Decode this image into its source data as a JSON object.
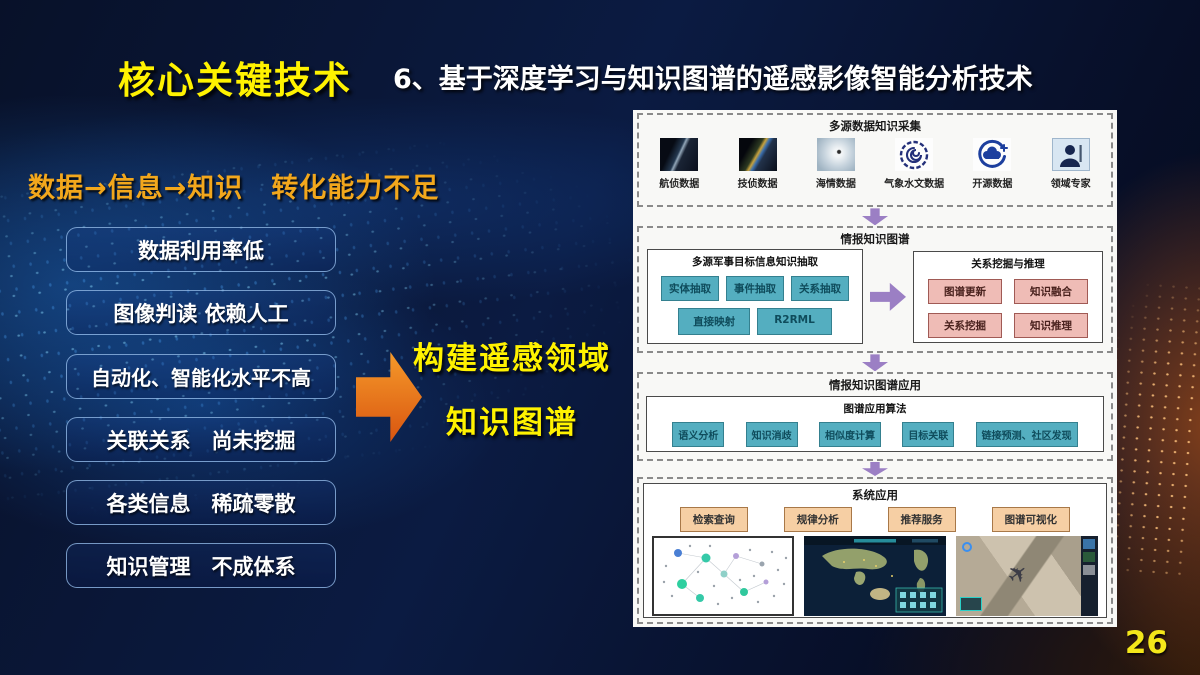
{
  "slide": {
    "title": "核心关键技术",
    "subtitle": "6、基于深度学习与知识图谱的遥感影像智能分析技术",
    "page_number": "26"
  },
  "colors": {
    "title_yellow": "#fff200",
    "heading_gold": "#f2a71c",
    "arrow_orange": "#e8731a",
    "chip_teal": "#54aec0",
    "chip_pink": "#efbcb6",
    "chip_peach": "#f6cfa4",
    "flow_arrow_purple": "#9b7fc4",
    "background_navy": "#0b1b42"
  },
  "left": {
    "heading": "数据→信息→知识　转化能力不足",
    "problems": [
      "数据利用率低",
      "图像判读 依赖人工",
      "自动化、智能化水平不高",
      "关联关系　尚未挖掘",
      "各类信息　稀疏零散",
      "知识管理　不成体系"
    ],
    "goal_line1": "构建遥感领域",
    "goal_line2": "知识图谱"
  },
  "diagram": {
    "collection": {
      "title": "多源数据知识采集",
      "sources": [
        {
          "label": "航侦数据",
          "icon": "satellite-photo-icon"
        },
        {
          "label": "技侦数据",
          "icon": "satellite-tech-icon"
        },
        {
          "label": "海情数据",
          "icon": "sea-cloud-icon"
        },
        {
          "label": "气象水文数据",
          "icon": "meteorology-logo-icon"
        },
        {
          "label": "开源数据",
          "icon": "bigdata-cloud-icon"
        },
        {
          "label": "领域专家",
          "icon": "expert-person-icon"
        }
      ]
    },
    "kg": {
      "title": "情报知识图谱",
      "extraction": {
        "title": "多源军事目标信息知识抽取",
        "chips_row1": [
          "实体抽取",
          "事件抽取",
          "关系抽取"
        ],
        "chips_row2": [
          "直接映射",
          "R2RML"
        ]
      },
      "mining": {
        "title": "关系挖掘与推理",
        "chips": [
          "图谱更新",
          "知识融合",
          "关系挖掘",
          "知识推理"
        ]
      }
    },
    "application": {
      "title": "情报知识图谱应用",
      "algorithms": {
        "title": "图谱应用算法",
        "chips": [
          "语义分析",
          "知识消歧",
          "相似度计算",
          "目标关联",
          "链接预测、社区发现"
        ]
      }
    },
    "system": {
      "title": "系统应用",
      "chips": [
        "检索查询",
        "规律分析",
        "推荐服务",
        "图谱可视化"
      ],
      "images": [
        "knowledge-graph-visualization",
        "world-map-dashboard",
        "airport-aerial-view"
      ]
    }
  }
}
